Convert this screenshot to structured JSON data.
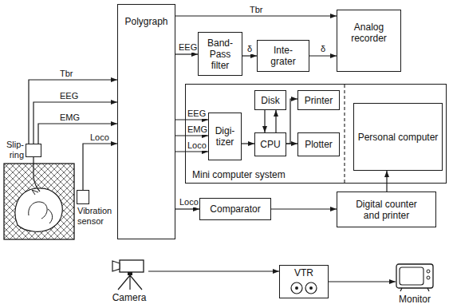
{
  "diagram": {
    "nodes": [
      {
        "text": [
          "Polygraph"
        ]
      },
      {
        "text": [
          "Band- Pass filter"
        ]
      },
      {
        "text": [
          "Inte- grater"
        ]
      },
      {
        "text": [
          "Analog recorder"
        ]
      },
      {
        "text": [
          "Mini computer system"
        ]
      },
      {
        "text": [
          "Digi- tizer"
        ],
        "in": 4
      },
      {
        "text": [
          "Disk"
        ],
        "in": 4
      },
      {
        "text": [
          "CPU"
        ],
        "in": 4
      },
      {
        "text": [
          "Printer"
        ],
        "in": 4
      },
      {
        "text": [
          "Plotter"
        ],
        "in": 4
      },
      {
        "text": [
          "Personal computer"
        ],
        "in": 4
      },
      {
        "text": [
          "Slip- ring"
        ]
      },
      {
        "text": [
          "Comparator"
        ]
      },
      {
        "text": [
          "Digital counter and printer"
        ]
      },
      {
        "text": [
          "Vibration sensor"
        ]
      },
      {
        "text": [
          "Camera"
        ]
      },
      {
        "text": [
          "VTR"
        ]
      },
      {
        "text": [
          "Monitor"
        ]
      }
    ],
    "edges": [
      {
        "from": 11,
        "to": 0,
        "label": "Tbr",
        "arrow": "to"
      },
      {
        "from": 11,
        "to": 0,
        "label": "EEG",
        "arrow": "to"
      },
      {
        "from": 11,
        "to": 0,
        "label": "EMG",
        "arrow": "to"
      },
      {
        "from": 14,
        "to": 0,
        "label": "Loco",
        "arrow": "to"
      },
      {
        "from": 0,
        "to": 3,
        "label": "Tbr",
        "arrow": "to"
      },
      {
        "from": 0,
        "to": 1,
        "label": "EEG",
        "arrow": "to"
      },
      {
        "from": 1,
        "to": 2,
        "label": "δ",
        "arrow": "to"
      },
      {
        "from": 2,
        "to": 3,
        "label": "δ",
        "arrow": "to"
      },
      {
        "from": 0,
        "to": 5,
        "label": "EEG",
        "arrow": "to"
      },
      {
        "from": 0,
        "to": 5,
        "label": "EMG",
        "arrow": "to"
      },
      {
        "from": 0,
        "to": 5,
        "label": "Loco",
        "arrow": "to"
      },
      {
        "from": 5,
        "to": 7,
        "arrow": "to"
      },
      {
        "from": 6,
        "to": 7,
        "arrow": "to"
      },
      {
        "from": 7,
        "to": 6,
        "arrow": "to"
      },
      {
        "from": 7,
        "to": 8,
        "arrow": "to"
      },
      {
        "from": 7,
        "to": 9,
        "arrow": "to"
      },
      {
        "from": 0,
        "to": 12,
        "label": "Loco",
        "arrow": "to"
      },
      {
        "from": 12,
        "to": 13,
        "arrow": "to"
      },
      {
        "from": 13,
        "to": 10,
        "arrow": "to"
      },
      {
        "from": 15,
        "to": 16,
        "arrow": "to"
      },
      {
        "from": 16,
        "to": 17,
        "arrow": "to"
      }
    ]
  }
}
